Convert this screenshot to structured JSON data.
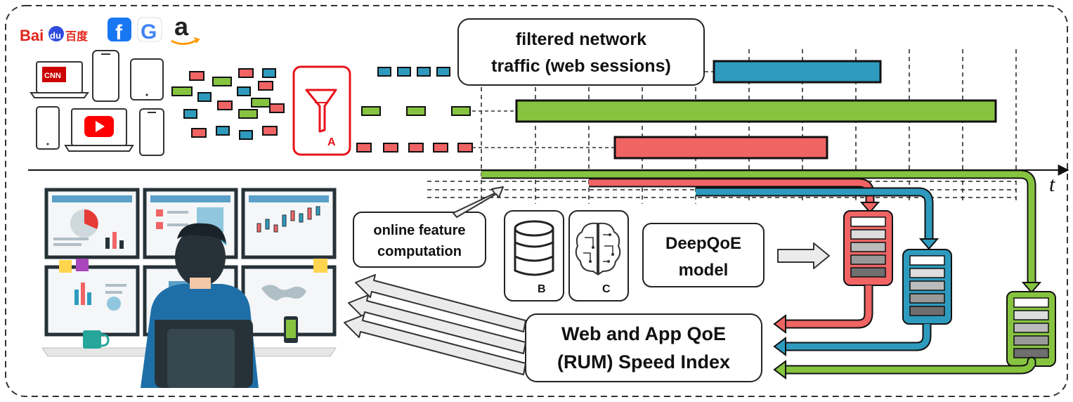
{
  "brands": {
    "baidu": "Bai",
    "baidu_du": "du",
    "baidu_cn": "百度",
    "facebook": "f",
    "google": "G",
    "amazon": "a",
    "cnn": "CNN"
  },
  "filter_label": "A",
  "db_label": "B",
  "brain_label": "C",
  "traffic_box": {
    "line1": "filtered network",
    "line2": "traffic (web sessions)"
  },
  "feature_box": {
    "line1": "online feature",
    "line2": "computation"
  },
  "model_box": {
    "line1": "DeepQoE",
    "line2": "model"
  },
  "qoe_box": {
    "line1": "Web and App QoE",
    "line2": "(RUM) Speed Index"
  },
  "axis_label": "t",
  "colors": {
    "blue": "#2E9BBE",
    "green": "#86C440",
    "red": "#F06464",
    "filter_red": "#E8141B",
    "border": "#222222",
    "arrow_fill": "#EBEBEB"
  },
  "icons": [
    "baidu-logo",
    "facebook-logo",
    "google-logo",
    "amazon-logo",
    "cnn-laptop-icon",
    "youtube-laptop-icon",
    "smartphone-icon",
    "tablet-icon",
    "filter-funnel-icon",
    "database-icon",
    "brain-circuit-icon",
    "monitoring-analyst-illustration"
  ]
}
